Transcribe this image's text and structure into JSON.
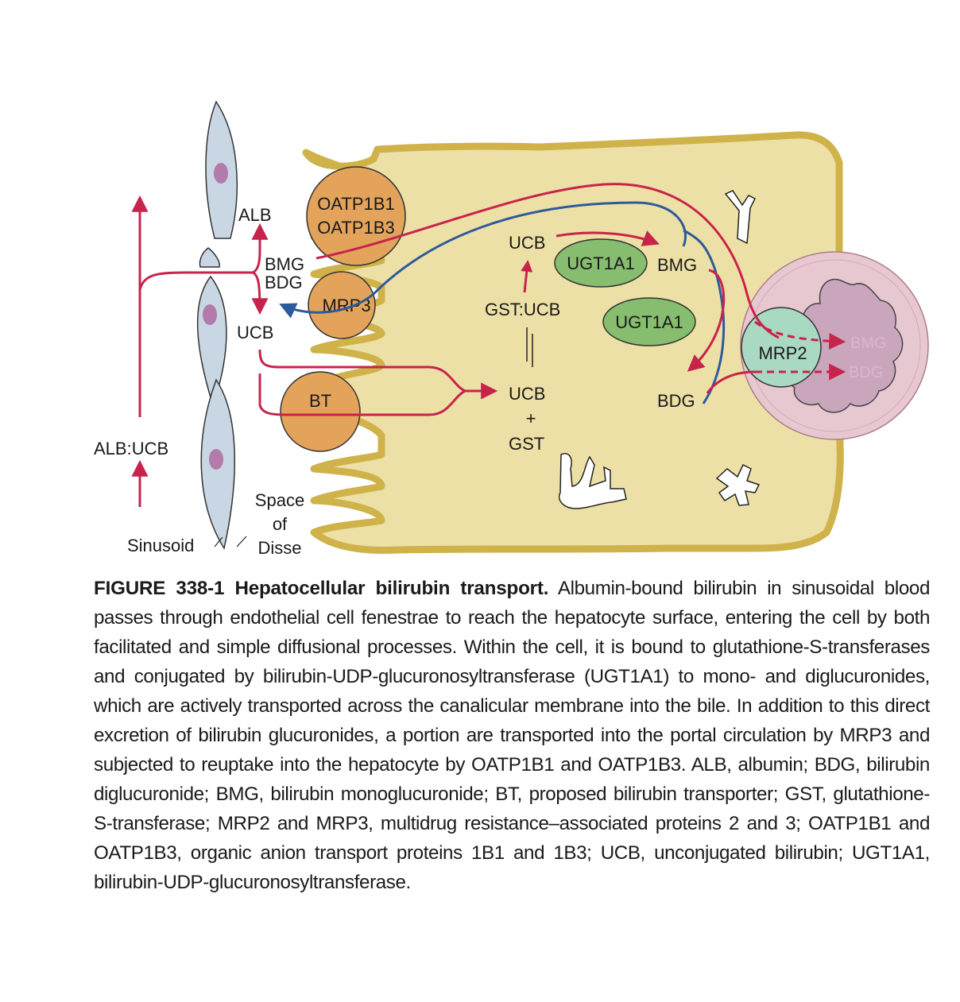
{
  "figure": {
    "labels": {
      "alb": "ALB",
      "bmg_left": "BMG",
      "bdg_left": "BDG",
      "ucb_left": "UCB",
      "alb_ucb": "ALB:UCB",
      "sinusoid": "Sinusoid",
      "space_of_disse": [
        "Space",
        "of",
        "Disse"
      ],
      "oatp1b1": "OATP1B1",
      "oatp1b3": "OATP1B3",
      "mrp3": "MRP3",
      "bt": "BT",
      "ucb_top": "UCB",
      "ugt1a1_top": "UGT1A1",
      "bmg_right": "BMG",
      "gst_ucb": "GST:UCB",
      "ugt1a1_mid": "UGT1A1",
      "ucb_bottom": "UCB",
      "plus": "+",
      "gst": "GST",
      "bdg_right": "BDG",
      "mrp2": "MRP2",
      "bmg_canal": "BMG",
      "bdg_canal": "BDG"
    },
    "colors": {
      "cell_fill": "#ede0a6",
      "cell_stroke": "#cfb24a",
      "endothelium_fill": "#c9d6e4",
      "nucleus_fill": "#b27bab",
      "transporter_fill": "#e3a35a",
      "enzyme_fill": "#86bd6e",
      "mrp2_fill": "#a9d8c3",
      "canaliculus_fill": "#e8c8d0",
      "bile_fill": "#c9a6bc",
      "red_arrow": "#c8234b",
      "blue_arrow": "#2d5a9a"
    }
  },
  "caption": {
    "heading": "FIGURE 338-1 Hepatocellular bilirubin transport.",
    "body": "Albumin-bound bilirubin in sinusoidal blood passes through endothelial cell fenestrae to reach the hepatocyte surface, entering the cell by both facilitated and simple diffusional processes. Within the cell, it is bound to glutathione-S-transferases and conjugated by bilirubin-UDP-glucuronosyltransferase (UGT1A1) to mono- and diglucuronides, which are actively transported across the canalicular membrane into the bile. In addition to this direct excretion of bilirubin glucuronides, a portion are transported into the portal circulation by MRP3 and subjected to reuptake into the hepatocyte by OATP1B1 and OATP1B3. ALB, albumin; BDG, bilirubin diglucuronide; BMG, bilirubin monoglucuronide; BT, proposed bilirubin transporter; GST, glutathione-S-transferase; MRP2 and MRP3, multidrug resistance–associated proteins 2 and 3; OATP1B1 and OATP1B3, organic anion transport proteins 1B1 and 1B3; UCB, unconjugated bilirubin; UGT1A1, bilirubin-UDP-glucuronosyltransferase."
  }
}
